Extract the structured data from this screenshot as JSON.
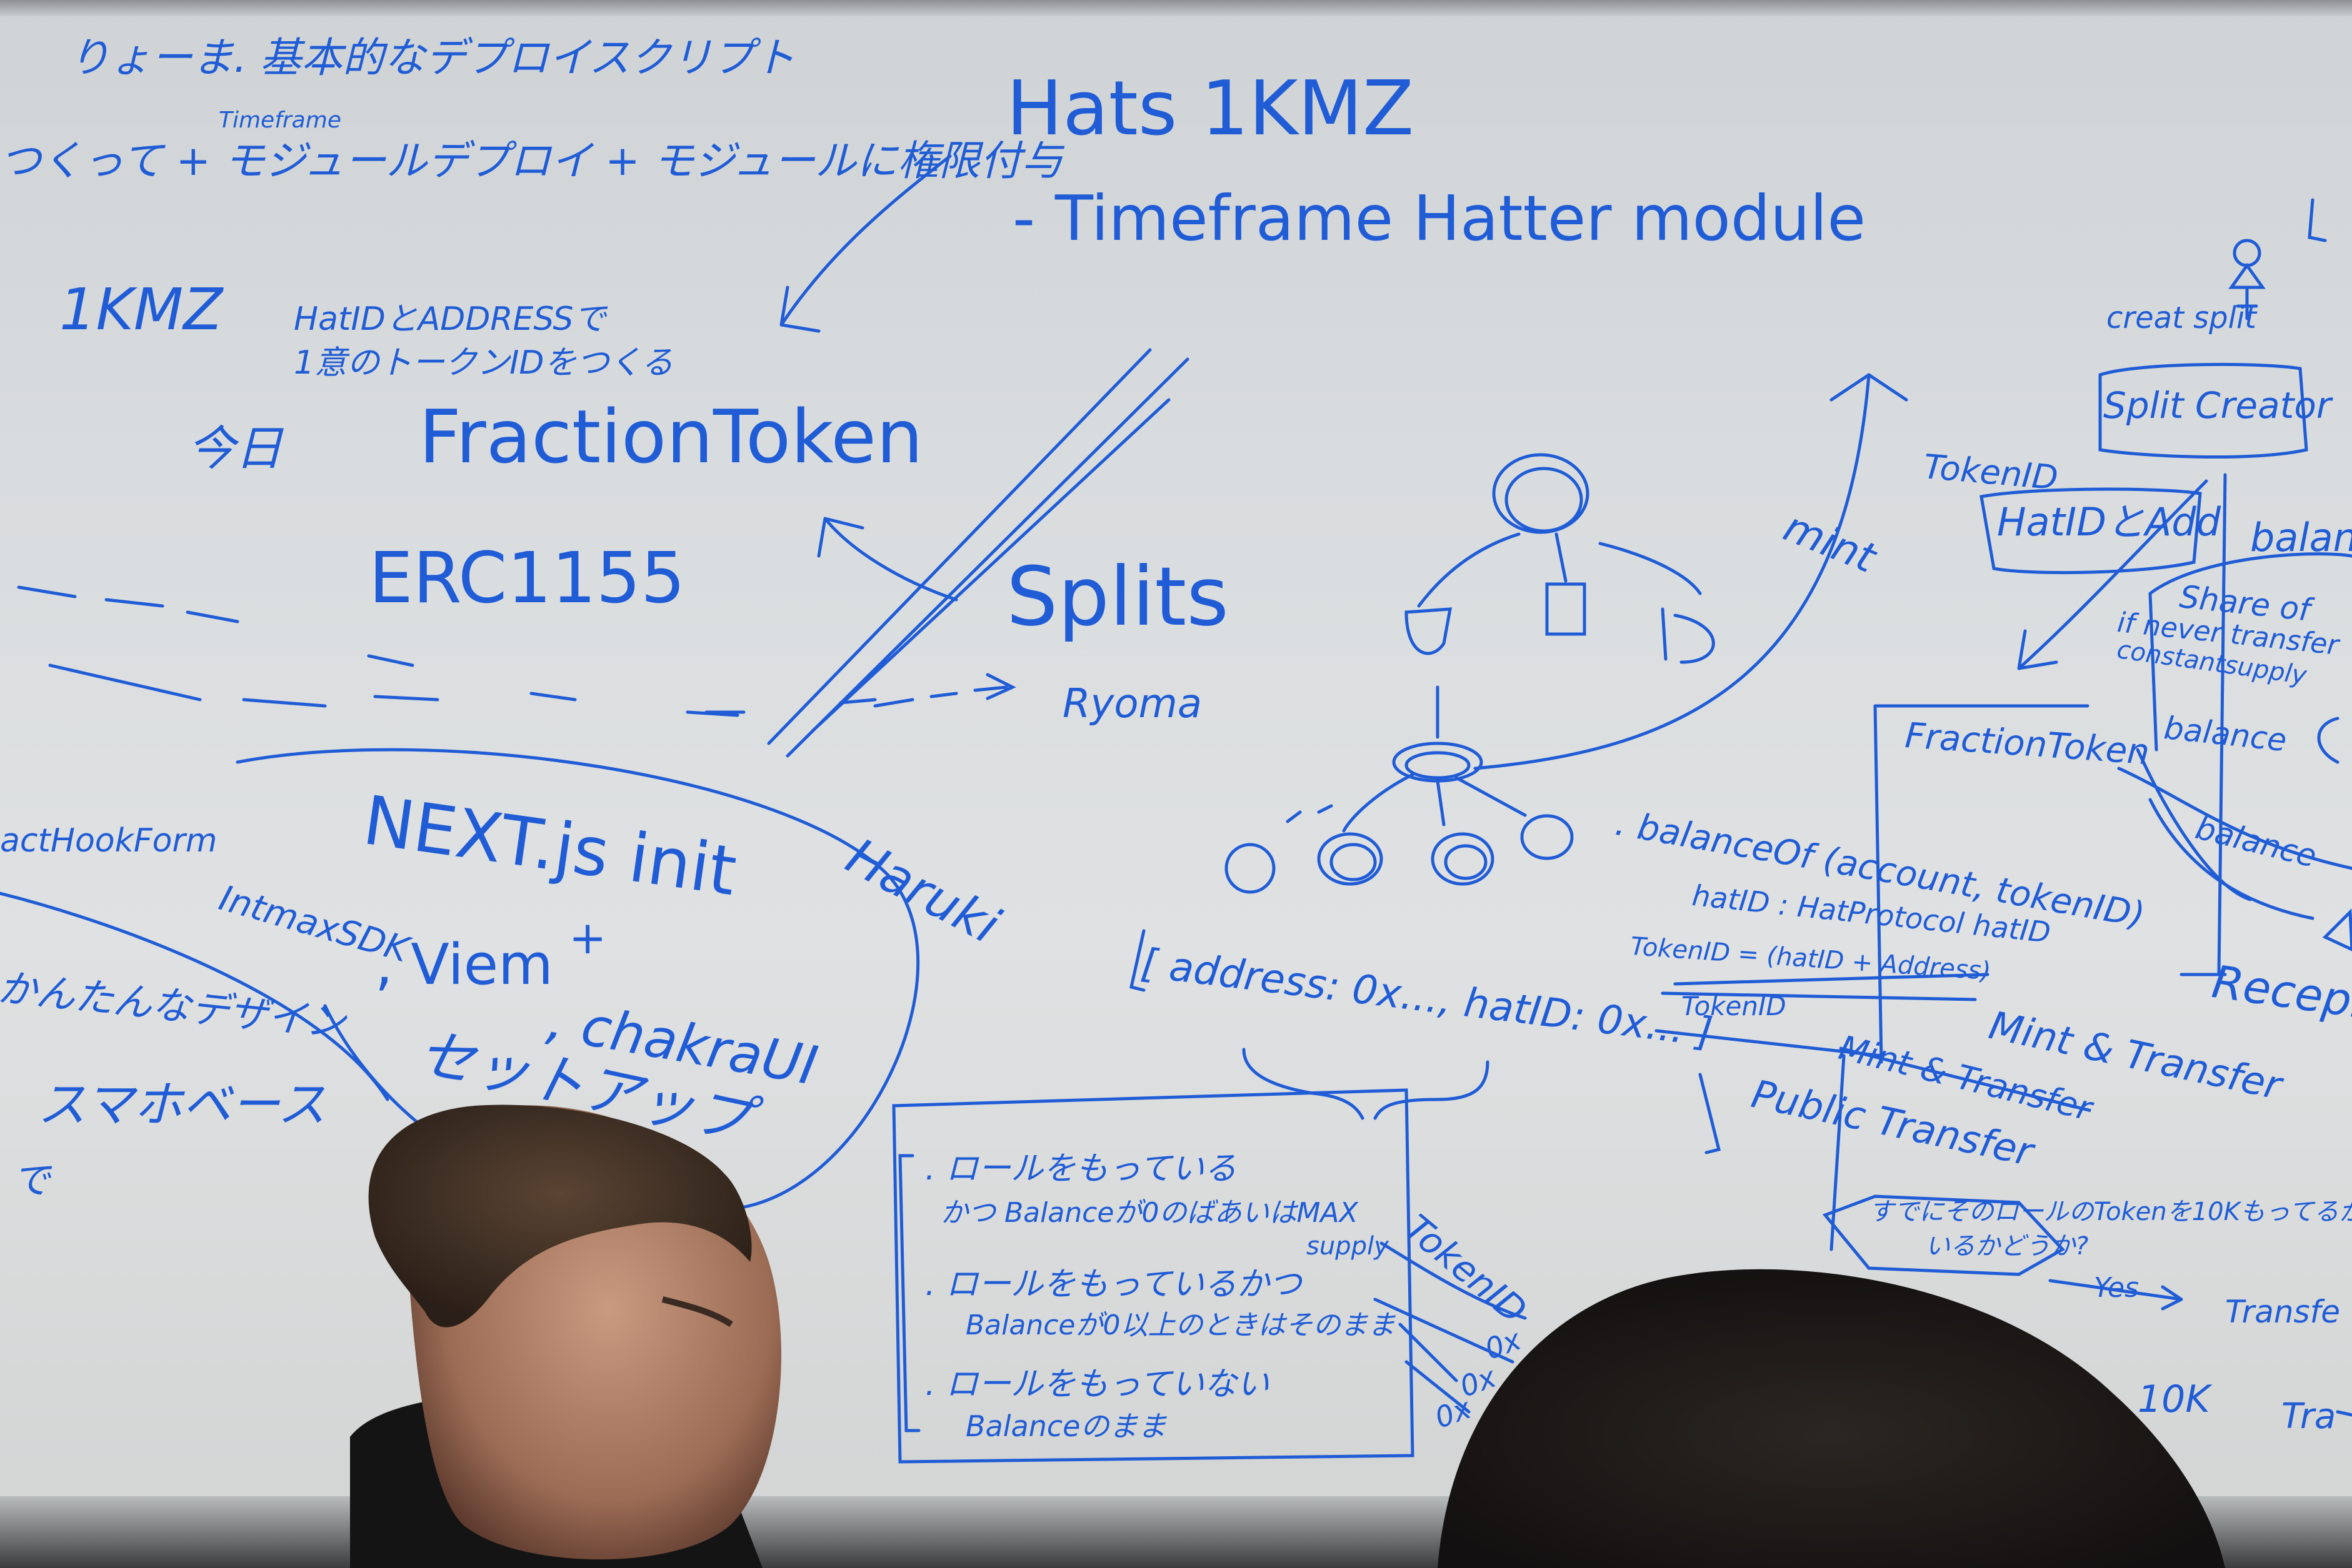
{
  "colors": {
    "ink": "#1f5cd6",
    "board": "#dcdfe0"
  },
  "title": {
    "main": "Hats 1KMZ",
    "sub": "- Timeframe Hatter module"
  },
  "left": {
    "line1": "りょーま. 基本的なデプロイスクリプト",
    "timeframe_note": "Timeframe",
    "line2": "つくって + モジュールデプロイ + モジュールに権限付与",
    "ikmz": "1KMZ",
    "today": "今日",
    "hatid_note1": "HatIDとADDRESSで",
    "hatid_note2": "1意のトークンIDをつくる",
    "fraction_token": "FractionToken",
    "erc": "ERC1155",
    "splits": "Splits",
    "ryoma": "Ryoma",
    "haruki": "Haruki",
    "hook_form": "actHookForm",
    "next_js": "NEXT.js init",
    "plus": "+",
    "intmax": "IntmaxSDK",
    "viem": ", Viem",
    "chakra": ", chakraUI",
    "setup": "セットアップ",
    "simple_design": "かんたんなデザイン",
    "smartphone": "スマホベース",
    "de": "で"
  },
  "diagram": {
    "mint": "mint"
  },
  "right": {
    "create_split": "creat split",
    "split_creator": "Split Creator",
    "tokenid": "TokenID",
    "hatid_add": "HatIDとAdd",
    "balance_top": "balan",
    "share_note1": "Share of",
    "share_note2": "if never transfer",
    "share_note3": "constantsupply",
    "fraction_token": "FractionToken",
    "balance1": "balance",
    "balance2": "balance",
    "recipient": "Recepie",
    "balance_of": ". balanceOf (account, tokenID)",
    "hatid_line": "hatID : HatProtocol hatID",
    "tokenid_line": "TokenID = (hatID + Address)",
    "tokenid_label": "TokenID",
    "mint_transfer": "Mint & Transfer",
    "mint_transfer_struck": "Mint & Transfer",
    "public_transfer": "Public Transfer",
    "question": "すでにそのロールのTokenを10Kもってるか",
    "question2": "いるかどうか?",
    "yes": "Yes",
    "transfer": "Transfe",
    "ten_k": "10K",
    "transfer2": "Tra"
  },
  "address_line": "[ address: 0x..., hatID: 0x... ]",
  "box": {
    "item1": ". ロールをもっている",
    "item1b": "かつ Balanceが0のばあいはMAX",
    "item1c": "supply",
    "item2": ". ロールをもっているかつ",
    "item2b": "Balanceが0以上のときはそのまま",
    "item3": ". ロールをもっていない",
    "item3b": "Balanceのまま"
  },
  "side_list": {
    "tokenid": "TokenID",
    "e1": "0x",
    "e2": "0x",
    "e3": "0x"
  }
}
